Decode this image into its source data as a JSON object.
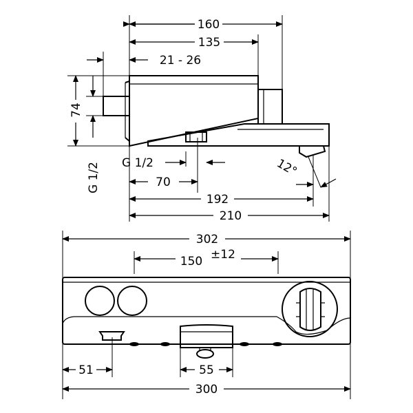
{
  "side_view": {
    "width_total": "160",
    "width_mid": "135",
    "width_range": "21 - 26",
    "height": "74",
    "thread_left": "G 1/2",
    "thread_bottom": "G 1/2",
    "spout_offset": "70",
    "angle": "12°",
    "length_192": "192",
    "length_210": "210"
  },
  "front_view": {
    "overall": "302",
    "center_distance": "150",
    "tolerance": "±12",
    "left_offset": "51",
    "spout_width": "55",
    "base_width": "300"
  }
}
